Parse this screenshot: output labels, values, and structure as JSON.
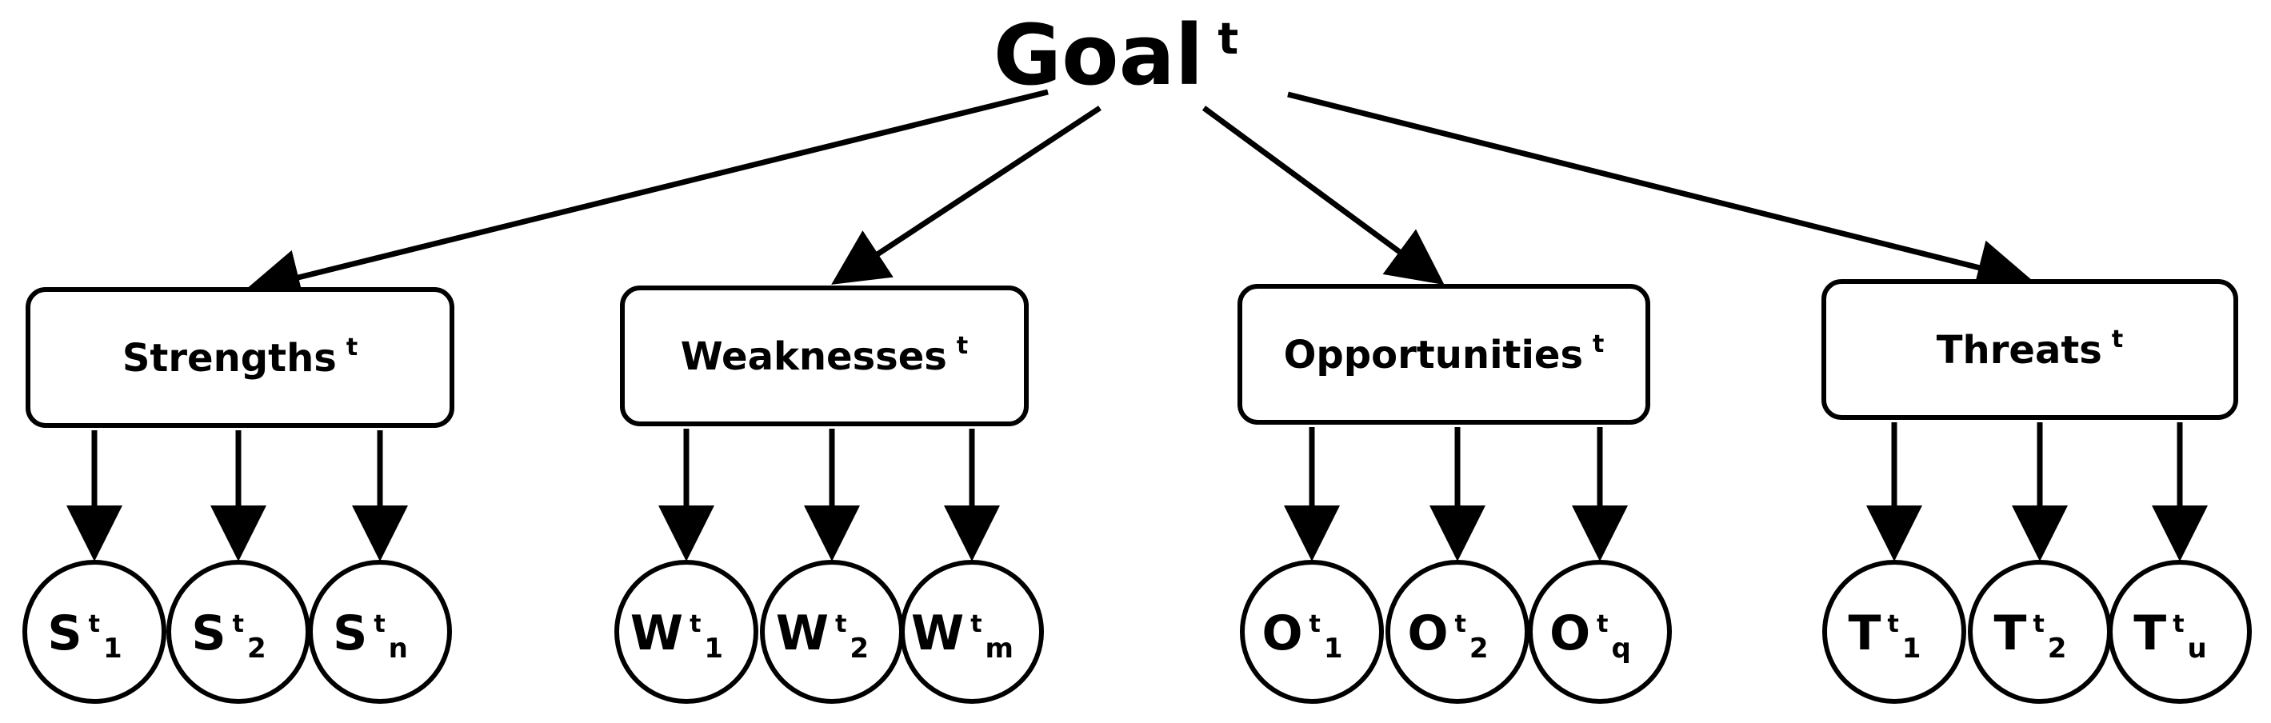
{
  "root": {
    "label": "Goal",
    "superscript": "t"
  },
  "categories": [
    {
      "key": "strengths",
      "label": "Strengths",
      "superscript": "t",
      "nodes": [
        {
          "letter": "S",
          "sup": "t",
          "sub": "1"
        },
        {
          "letter": "S",
          "sup": "t",
          "sub": "2"
        },
        {
          "letter": "S",
          "sup": "t",
          "sub": "n"
        }
      ]
    },
    {
      "key": "weaknesses",
      "label": "Weaknesses",
      "superscript": "t",
      "nodes": [
        {
          "letter": "W",
          "sup": "t",
          "sub": "1"
        },
        {
          "letter": "W",
          "sup": "t",
          "sub": "2"
        },
        {
          "letter": "W",
          "sup": "t",
          "sub": "m"
        }
      ]
    },
    {
      "key": "opportunities",
      "label": "Opportunities",
      "superscript": "t",
      "nodes": [
        {
          "letter": "O",
          "sup": "t",
          "sub": "1"
        },
        {
          "letter": "O",
          "sup": "t",
          "sub": "2"
        },
        {
          "letter": "O",
          "sup": "t",
          "sub": "q"
        }
      ]
    },
    {
      "key": "threats",
      "label": "Threats",
      "superscript": "t",
      "nodes": [
        {
          "letter": "T",
          "sup": "t",
          "sub": "1"
        },
        {
          "letter": "T",
          "sup": "t",
          "sub": "2"
        },
        {
          "letter": "T",
          "sup": "t",
          "sub": "u"
        }
      ]
    }
  ],
  "colors": {
    "stroke": "#000000",
    "fill": "#ffffff",
    "text": "#000000"
  }
}
